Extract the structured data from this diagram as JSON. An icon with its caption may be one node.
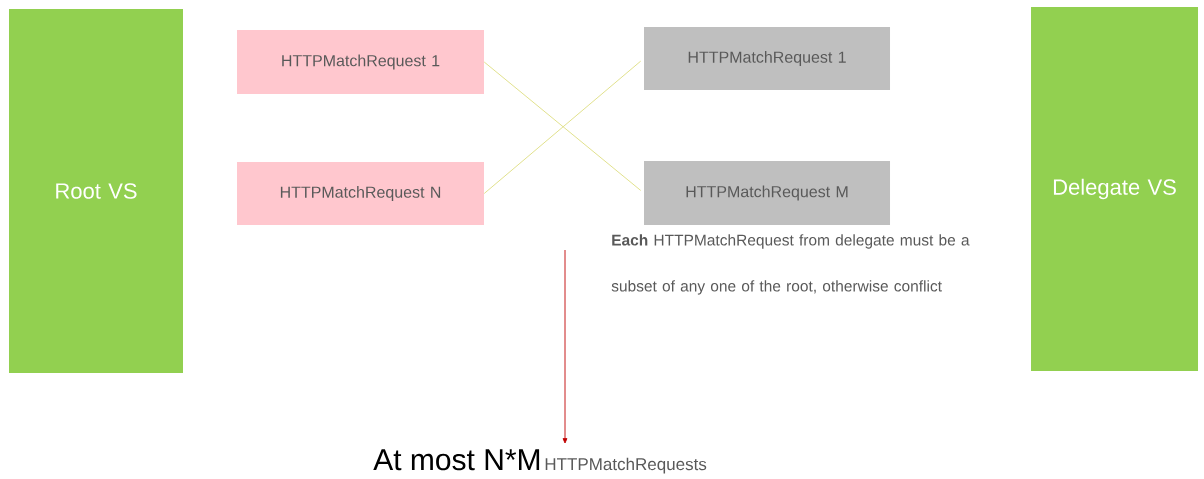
{
  "diagram": {
    "nodes": [
      {
        "text": [
          "Root VS"
        ]
      },
      {
        "text": [
          "HTTPMatchRequest 1"
        ]
      },
      {
        "text": [
          "HTTPMatchRequest N"
        ]
      },
      {
        "text": [
          "HTTPMatchRequest 1"
        ]
      },
      {
        "text": [
          "HTTPMatchRequest M"
        ]
      },
      {
        "text": [
          "Delegate VS"
        ]
      },
      {
        "text": [
          "At most N*M",
          "HTTPMatchRequests"
        ]
      }
    ],
    "edges": [
      {
        "from": 1,
        "to": 4,
        "arrow": "none"
      },
      {
        "from": 2,
        "to": 3,
        "arrow": "none"
      },
      {
        "from": null,
        "to": 6,
        "arrow": "to",
        "color": "#c00000"
      }
    ],
    "labels": [
      "**Each** HTTPMatchRequest from delegate must be a subset of any one of the root, otherwise conflict"
    ]
  }
}
